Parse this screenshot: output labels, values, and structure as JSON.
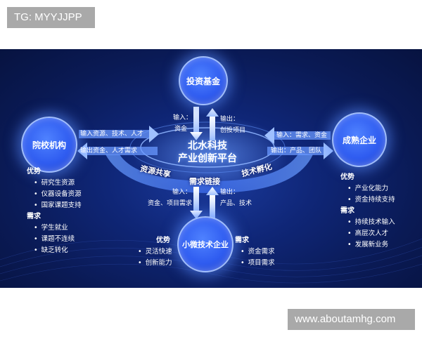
{
  "watermarks": {
    "top": "TG: MYYJJPP",
    "bottom": "www.aboutamhg.com"
  },
  "nodes": {
    "fund": "投资基金",
    "university": "院校机构",
    "mature": "成熟企业",
    "small": "小微技术企业"
  },
  "center": {
    "line1": "北水科技",
    "line2": "产业创新平台"
  },
  "ring": {
    "resource": "资源共享",
    "demand": "需求链接",
    "incubate": "技术孵化"
  },
  "flows": {
    "fund_in_label": "输入：",
    "fund_in_value": "资金",
    "fund_out_label": "输出：",
    "fund_out_value": "创投项目",
    "uni_in": "输入资源、技术、人才",
    "uni_out": "输出资金、人才需求",
    "mature_in": "输入：需求、资金",
    "mature_out": "输出：产品、团队",
    "small_in_label": "输入：",
    "small_in_value": "资金、项目需求",
    "small_out_label": "输出：",
    "small_out_value": "产品、技术"
  },
  "university_lists": {
    "adv_title": "优势",
    "adv": [
      "研究生资源",
      "仪器设备资源",
      "国家课题支持"
    ],
    "need_title": "需求",
    "need": [
      "学生就业",
      "课题不连续",
      "缺乏转化"
    ]
  },
  "mature_lists": {
    "adv_title": "优势",
    "adv": [
      "产业化能力",
      "资金持续支持"
    ],
    "need_title": "需求",
    "need": [
      "持续技术输入",
      "高层次人才",
      "发展新业务"
    ]
  },
  "small_lists": {
    "adv_title": "优势",
    "adv": [
      "灵活快速",
      "创新能力"
    ],
    "need_title": "需求",
    "need": [
      "资金需求",
      "项目需求"
    ]
  }
}
